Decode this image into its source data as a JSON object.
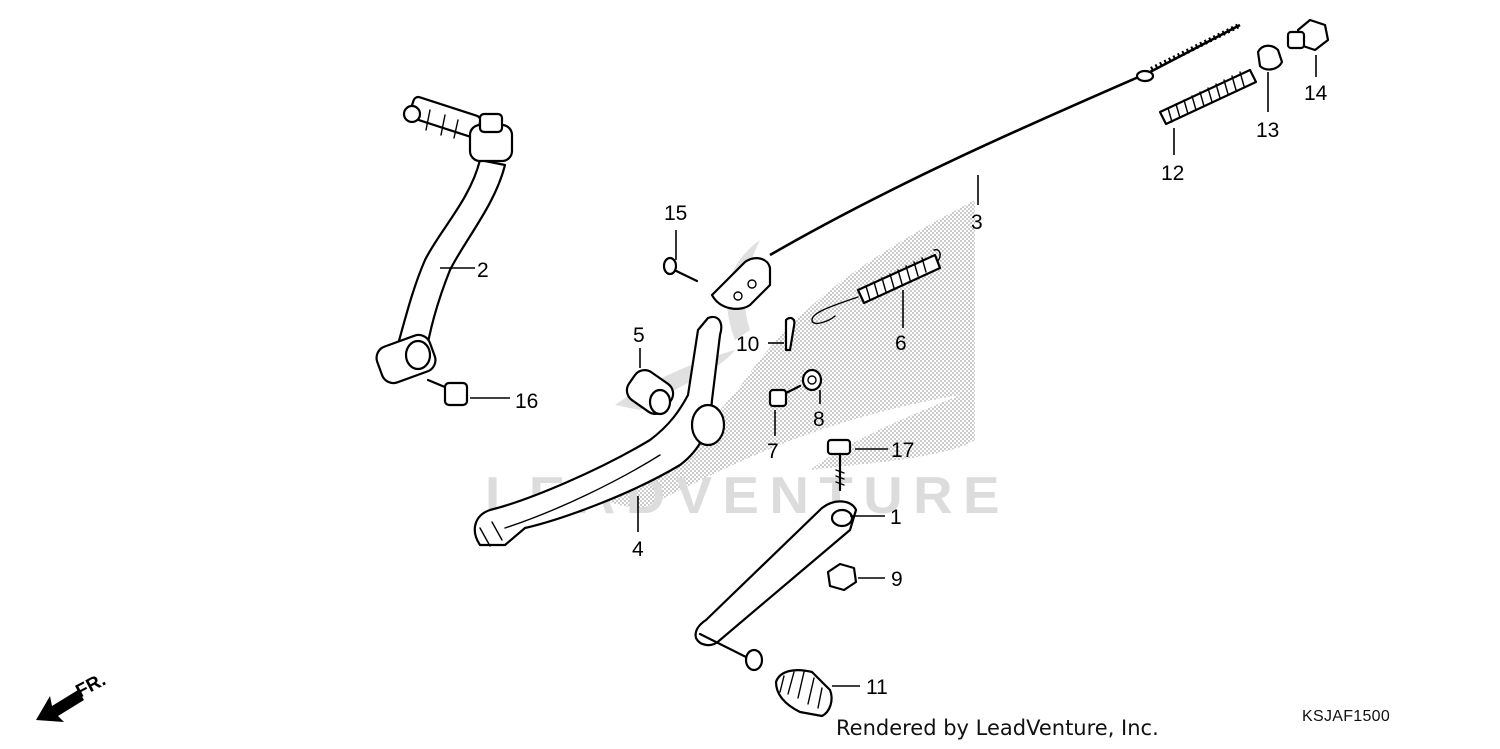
{
  "diagram": {
    "callouts": [
      "1",
      "2",
      "3",
      "4",
      "5",
      "6",
      "7",
      "8",
      "9",
      "10",
      "11",
      "12",
      "13",
      "14",
      "15",
      "16",
      "17"
    ],
    "direction_label": "FR.",
    "watermark_text": "LEADVENTURE"
  },
  "footer": {
    "credit": "Rendered by LeadVenture, Inc.",
    "diagram_code": "KSJAF1500"
  },
  "colors": {
    "ink": "#000000",
    "watermark": "#d9d9d9",
    "background": "#ffffff"
  }
}
